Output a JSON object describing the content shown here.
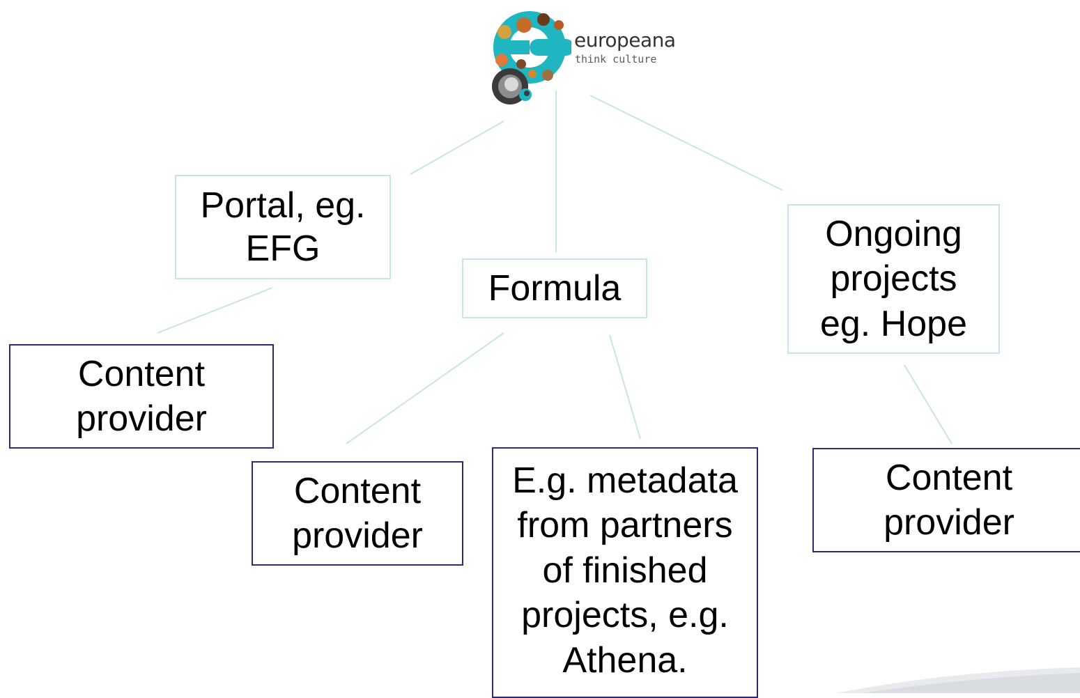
{
  "logo": {
    "name": "europeana",
    "tagline": "think culture"
  },
  "colors": {
    "connector": "#c8e4ea",
    "light_border": "#c8e4ea",
    "dark_border": "#2b2a72",
    "logo_teal": "#1fb6c1",
    "logo_mark_dark": "#3a3a3a"
  },
  "nodes": {
    "portal": "Portal, eg.\nEFG",
    "formula": "Formula",
    "ongoing": "Ongoing\nprojects\neg. Hope",
    "cp_left": "Content\nprovider",
    "cp_mid": "Content\nprovider",
    "metadata": "E.g. metadata\nfrom partners\nof finished\nprojects, e.g.\nAthena.",
    "cp_right": "Content\nprovider"
  },
  "edges": [
    {
      "from": "europeana",
      "to": "portal"
    },
    {
      "from": "europeana",
      "to": "formula"
    },
    {
      "from": "europeana",
      "to": "ongoing"
    },
    {
      "from": "portal",
      "to": "cp_left"
    },
    {
      "from": "formula",
      "to": "cp_mid"
    },
    {
      "from": "formula",
      "to": "metadata"
    },
    {
      "from": "ongoing",
      "to": "cp_right"
    }
  ]
}
